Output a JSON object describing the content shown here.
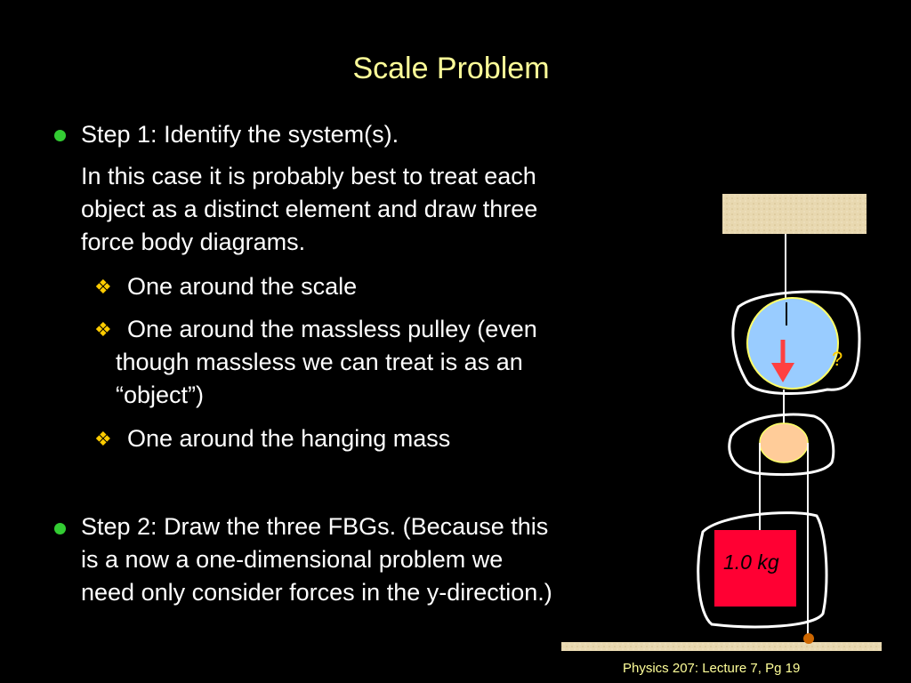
{
  "slide": {
    "title": "Scale Problem",
    "step1": {
      "heading": "Step 1: Identify the system(s).",
      "paragraph": [
        "In this case it is probably best to treat each",
        "object as a distinct element and draw three",
        "force body diagrams."
      ],
      "subitems": [
        [
          "One around the scale"
        ],
        [
          "One around the massless pulley (even",
          "though massless we can treat is as an",
          "“object”)"
        ],
        [
          "One around the hanging mass"
        ]
      ]
    },
    "step2": {
      "lines": [
        "Step 2: Draw the three FBGs.  (Because this",
        "is a now a one-dimensional problem we",
        "need only consider forces in the y-direction.)"
      ]
    },
    "footer": "Physics 207: Lecture 7, Pg 19"
  },
  "diagram": {
    "question_label": "?",
    "mass_label": "1.0 kg"
  },
  "colors": {
    "title": "#ffff99",
    "bullet": "#33cc33",
    "subbullet": "#ffcc00",
    "pulley_top": "#99ccff",
    "pulley_small": "#ffcc99",
    "mass_block": "#ff0033",
    "arrow": "#ff4040",
    "ceiling": "#e8d8b0"
  }
}
